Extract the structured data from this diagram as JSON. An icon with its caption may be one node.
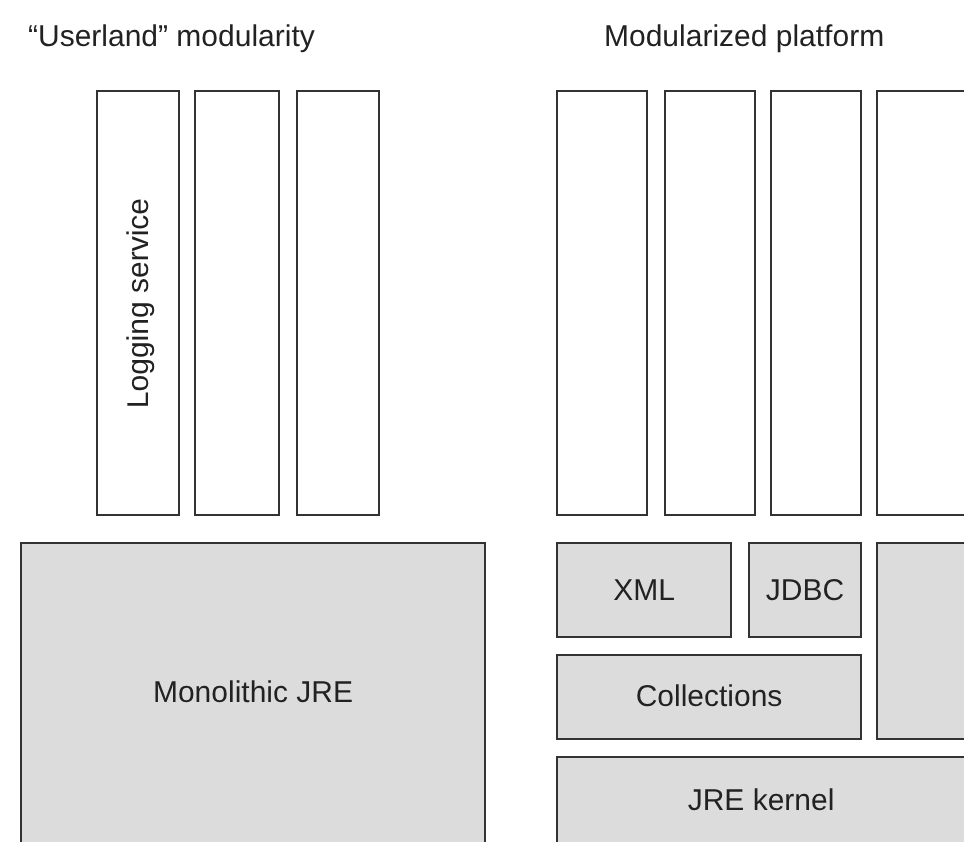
{
  "diagram": {
    "nodes": [
      {
        "text": [
          "Logging service"
        ]
      },
      {
        "text": [],
        "shape": "box"
      },
      {
        "text": [],
        "shape": "box"
      },
      {
        "text": [
          "Monolithic JRE"
        ]
      },
      {
        "text": [],
        "shape": "box"
      },
      {
        "text": [],
        "shape": "box"
      },
      {
        "text": [],
        "shape": "box"
      },
      {
        "text": [],
        "shape": "box"
      },
      {
        "text": [
          "XML"
        ]
      },
      {
        "text": [
          "JDBC"
        ]
      },
      {
        "text": [],
        "shape": "box"
      },
      {
        "text": [
          "Collections"
        ]
      },
      {
        "text": [
          "JRE kernel"
        ]
      }
    ],
    "edges": [],
    "labels": [
      "“Userland” modularity",
      "Modularized platform"
    ]
  }
}
